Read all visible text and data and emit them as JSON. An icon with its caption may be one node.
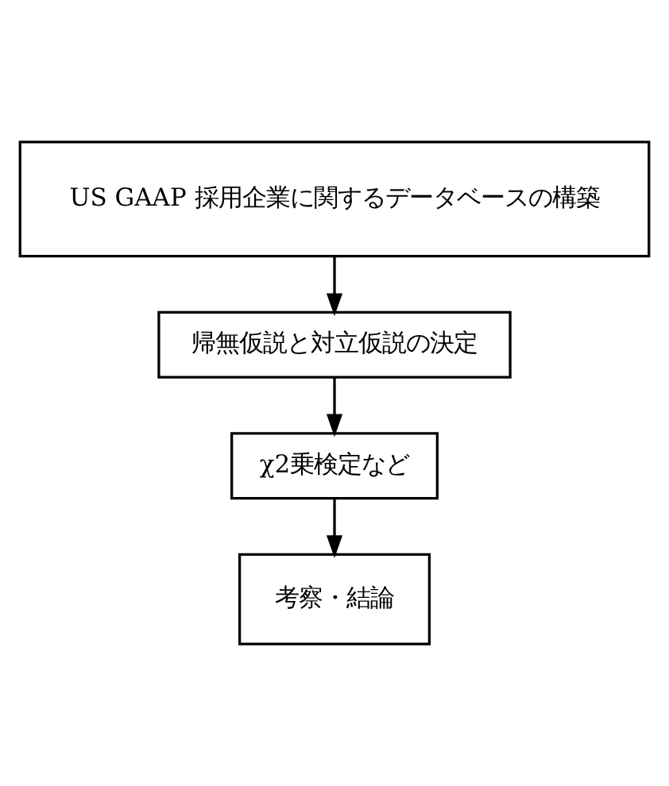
{
  "diagram": {
    "nodes": [
      {
        "text": [
          "US GAAP 採用企業に関するデータベースの構築"
        ]
      },
      {
        "text": [
          "帰無仮説と対立仮説の決定"
        ]
      },
      {
        "text": [
          "χ2乗検定など"
        ]
      },
      {
        "text": [
          "考察・結論"
        ]
      }
    ],
    "edges": [
      {
        "from": 0,
        "to": 1,
        "arrow": "to"
      },
      {
        "from": 1,
        "to": 2,
        "arrow": "to"
      },
      {
        "from": 2,
        "to": 3,
        "arrow": "to"
      }
    ]
  }
}
